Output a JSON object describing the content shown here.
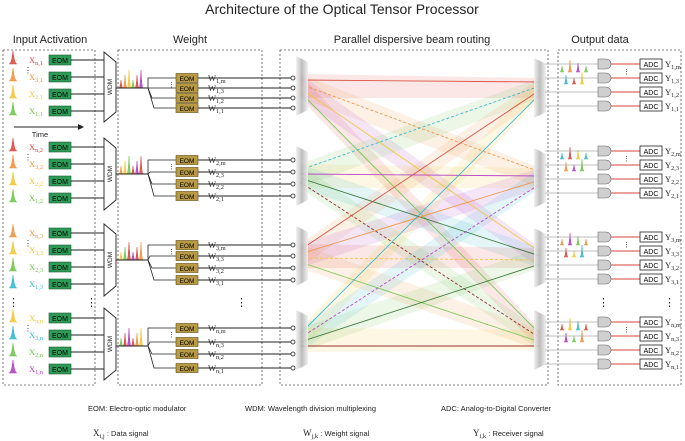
{
  "title": "Architecture of the Optical Tensor Processor",
  "sections": {
    "input": "Input Activation",
    "weight": "Weight",
    "routing": "Parallel dispersive beam routing",
    "output": "Output data"
  },
  "time_label": "Time",
  "eom_label": "EOM",
  "wdm_label": "WDM",
  "adc_label": "ADC",
  "input_groups": [
    [
      "X",
      "n,1",
      "X",
      "3,1",
      "X",
      "2,1",
      "X",
      "1,1"
    ],
    [
      "X",
      "n,2",
      "X",
      "3,2",
      "X",
      "2,2",
      "X",
      "1,2"
    ],
    [
      "X",
      "n,3",
      "X",
      "3,3",
      "X",
      "2,3",
      "X",
      "1,3"
    ],
    [
      "X",
      "n,n",
      "X",
      "3,n",
      "X",
      "2,n",
      "X",
      "1,n"
    ]
  ],
  "weight_groups": [
    [
      "W",
      "1,m",
      "W",
      "1,3",
      "W",
      "1,2",
      "W",
      "1,1"
    ],
    [
      "W",
      "2,m",
      "W",
      "2,3",
      "W",
      "2,2",
      "W",
      "2,1"
    ],
    [
      "W",
      "3,m",
      "W",
      "3,3",
      "W",
      "3,2",
      "W",
      "3,1"
    ],
    [
      "W",
      "n,m",
      "W",
      "n,3",
      "W",
      "n,2",
      "W",
      "n,1"
    ]
  ],
  "output_groups": [
    [
      "Y",
      "1,m",
      "Y",
      "1,3",
      "Y",
      "1,2",
      "Y",
      "1,1"
    ],
    [
      "Y",
      "2,m",
      "Y",
      "2,3",
      "Y",
      "2,2",
      "Y",
      "2,1"
    ],
    [
      "Y",
      "3,m",
      "Y",
      "3,3",
      "Y",
      "3,2",
      "Y",
      "3,1"
    ],
    [
      "Y",
      "n,m",
      "Y",
      "n,3",
      "Y",
      "n,2",
      "Y",
      "n,1"
    ]
  ],
  "legend": {
    "eom": "EOM: Electro-optic modulator",
    "wdm": "WDM: Wavelength division multiplexing",
    "adc": "ADC: Analog-to-Digital Converter",
    "x_sym": "X",
    "x_sub": "i,j",
    "x_desc": " : Data signal",
    "w_sym": "W",
    "w_sub": "j,k",
    "w_desc": " : Weight signal",
    "y_sym": "Y",
    "y_sub": "i,k",
    "y_desc": " : Receiver signal"
  },
  "colors": {
    "eom_fill": "#2e9a57",
    "weight_eom_fill": "#b89a45",
    "channel_colors": [
      "#d8453a",
      "#f08f3a",
      "#f2c531",
      "#6ec44a",
      "#2fb5c9",
      "#b03ac4"
    ]
  }
}
